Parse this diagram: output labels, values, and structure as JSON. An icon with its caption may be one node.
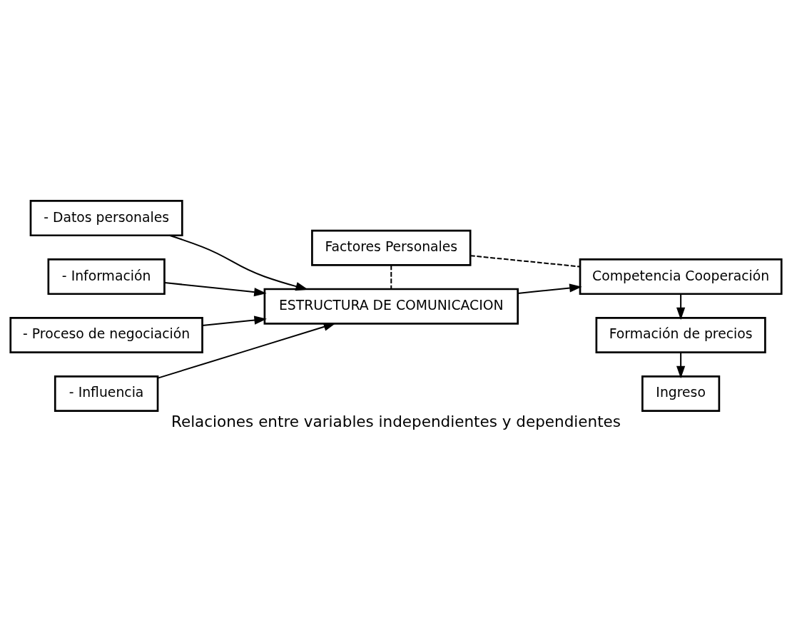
{
  "diagram": {
    "caption": "Relaciones entre variables independientes y dependientes",
    "nodes": [
      {
        "text": [
          "- Datos personales"
        ]
      },
      {
        "text": [
          "- Información"
        ]
      },
      {
        "text": [
          "- Proceso de negociación"
        ]
      },
      {
        "text": [
          "- Influencia"
        ]
      },
      {
        "text": [
          "ESTRUCTURA DE COMUNICACION"
        ]
      },
      {
        "text": [
          "Competencia Cooperación"
        ]
      },
      {
        "text": [
          "Formación de precios"
        ]
      },
      {
        "text": [
          "Ingreso"
        ]
      },
      {
        "text": [
          "Factores Personales"
        ]
      }
    ],
    "edges": [
      {
        "from": 0,
        "to": 4,
        "arrow": "to"
      },
      {
        "from": 1,
        "to": 4,
        "arrow": "to"
      },
      {
        "from": 2,
        "to": 4,
        "arrow": "to"
      },
      {
        "from": 3,
        "to": 4,
        "arrow": "to"
      },
      {
        "from": 4,
        "to": 5,
        "arrow": "to"
      },
      {
        "from": 5,
        "to": 6,
        "arrow": "to"
      },
      {
        "from": 6,
        "to": 7,
        "arrow": "to"
      },
      {
        "from": 8,
        "to": 4,
        "arrow": "none",
        "style": "dashed"
      },
      {
        "from": 8,
        "to": 5,
        "arrow": "none",
        "style": "dashed"
      }
    ]
  }
}
